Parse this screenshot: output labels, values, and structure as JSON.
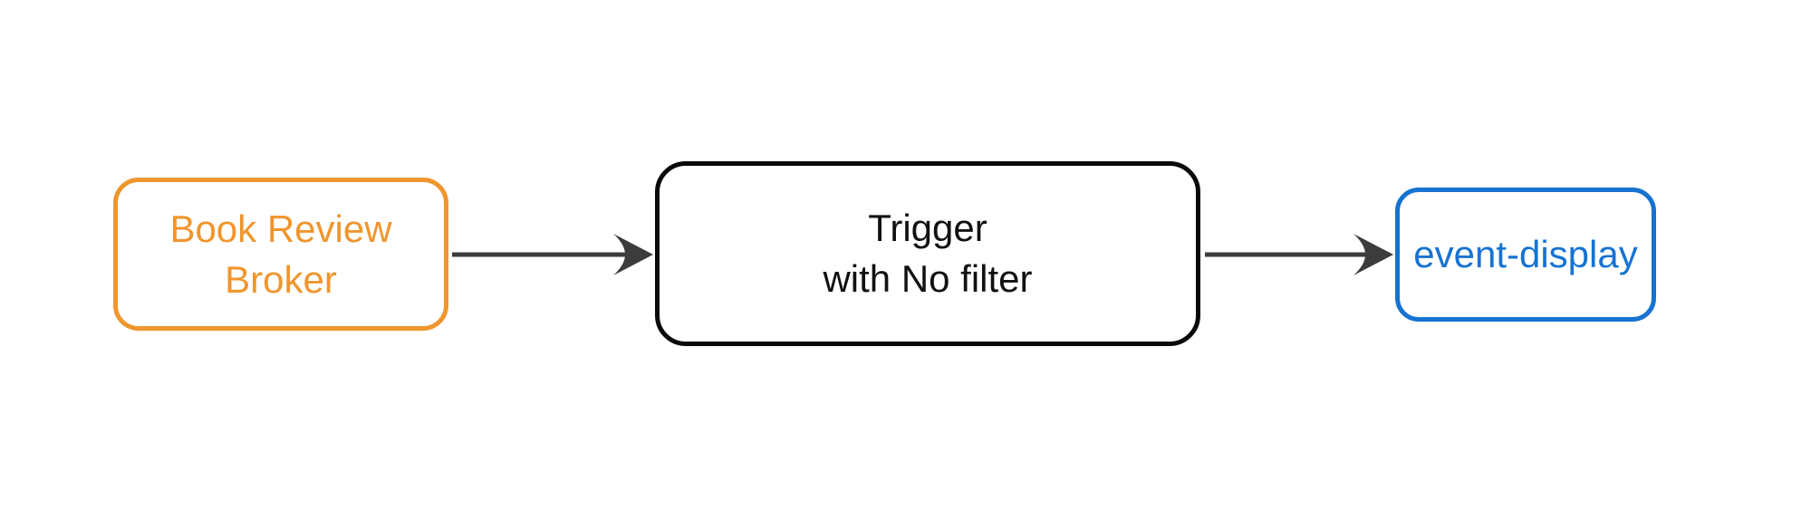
{
  "diagram": {
    "background_color": "#FFFFFF",
    "arrow_color": "#3C3C3C",
    "nodes": [
      {
        "id": "book-review-broker",
        "line1": "Book Review",
        "line2": "Broker",
        "accent_color": "#F0962E"
      },
      {
        "id": "trigger",
        "line1": "Trigger",
        "line2": "with No filter",
        "accent_color": "#0A0A0A"
      },
      {
        "id": "event-display",
        "line1": "event-display",
        "accent_color": "#1673D2"
      }
    ],
    "edges": [
      {
        "from": "book-review-broker",
        "to": "trigger"
      },
      {
        "from": "trigger",
        "to": "event-display"
      }
    ]
  }
}
